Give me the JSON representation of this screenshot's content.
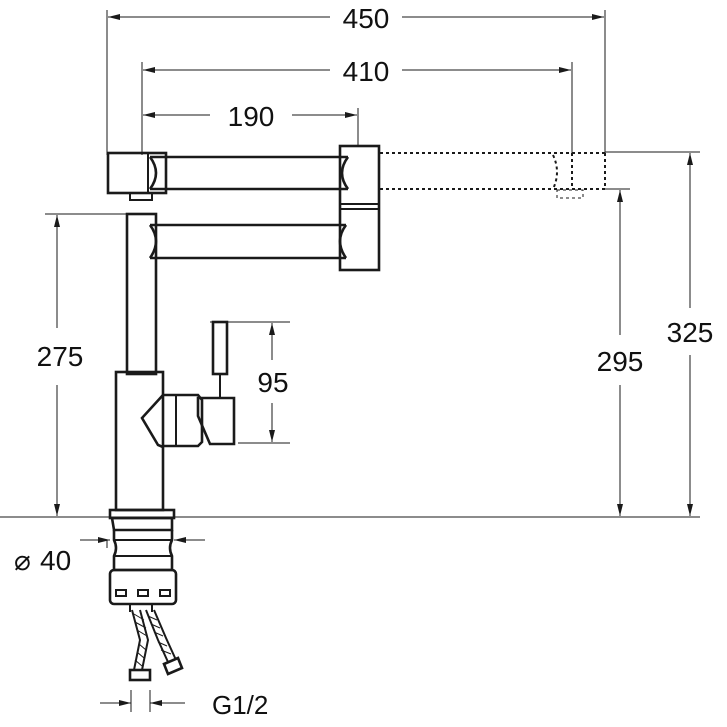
{
  "dimensions": {
    "overall_width": "450",
    "extended_reach": "410",
    "arm_segment": "190",
    "spout_height": "275",
    "lever_height": "95",
    "outlet_height": "295",
    "total_height": "325",
    "base_diameter_symbol": "⌀",
    "base_diameter": "40",
    "connection_thread": "G1/2"
  }
}
